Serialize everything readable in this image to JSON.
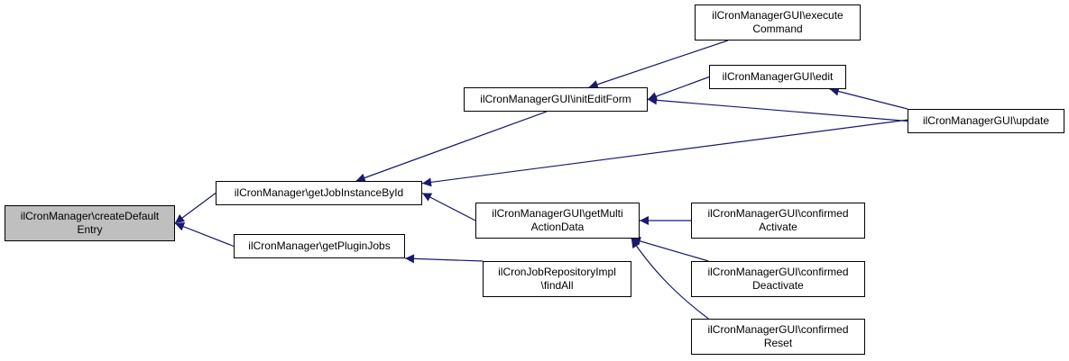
{
  "colors": {
    "edge": "#191970",
    "root_fill": "#bfbfbf",
    "node_fill": "#ffffff",
    "border": "#000000"
  },
  "nodes": {
    "root": {
      "line1": "ilCronManager\\createDefault",
      "line2": "Entry"
    },
    "getJobInstanceById": {
      "line1": "ilCronManager\\getJobInstanceById"
    },
    "getPluginJobs": {
      "line1": "ilCronManager\\getPluginJobs"
    },
    "initEditForm": {
      "line1": "ilCronManagerGUI\\initEditForm"
    },
    "executeCommand": {
      "line1": "ilCronManagerGUI\\execute",
      "line2": "Command"
    },
    "edit": {
      "line1": "ilCronManagerGUI\\edit"
    },
    "update": {
      "line1": "ilCronManagerGUI\\update"
    },
    "getMultiActionData": {
      "line1": "ilCronManagerGUI\\getMulti",
      "line2": "ActionData"
    },
    "confirmedActivate": {
      "line1": "ilCronManagerGUI\\confirmed",
      "line2": "Activate"
    },
    "confirmedDeactivate": {
      "line1": "ilCronManagerGUI\\confirmed",
      "line2": "Deactivate"
    },
    "confirmedReset": {
      "line1": "ilCronManagerGUI\\confirmed",
      "line2": "Reset"
    },
    "findAll": {
      "line1": "ilCronJobRepositoryImpl",
      "line2": "\\findAll"
    }
  },
  "edges": [
    {
      "from": "getJobInstanceById",
      "to": "root"
    },
    {
      "from": "getPluginJobs",
      "to": "root"
    },
    {
      "from": "initEditForm",
      "to": "getJobInstanceById"
    },
    {
      "from": "update",
      "to": "getJobInstanceById"
    },
    {
      "from": "getMultiActionData",
      "to": "getJobInstanceById"
    },
    {
      "from": "findAll",
      "to": "getPluginJobs"
    },
    {
      "from": "executeCommand",
      "to": "initEditForm"
    },
    {
      "from": "edit",
      "to": "initEditForm"
    },
    {
      "from": "update",
      "to": "initEditForm"
    },
    {
      "from": "update",
      "to": "edit"
    },
    {
      "from": "confirmedActivate",
      "to": "getMultiActionData"
    },
    {
      "from": "confirmedDeactivate",
      "to": "getMultiActionData"
    },
    {
      "from": "confirmedReset",
      "to": "getMultiActionData"
    }
  ]
}
